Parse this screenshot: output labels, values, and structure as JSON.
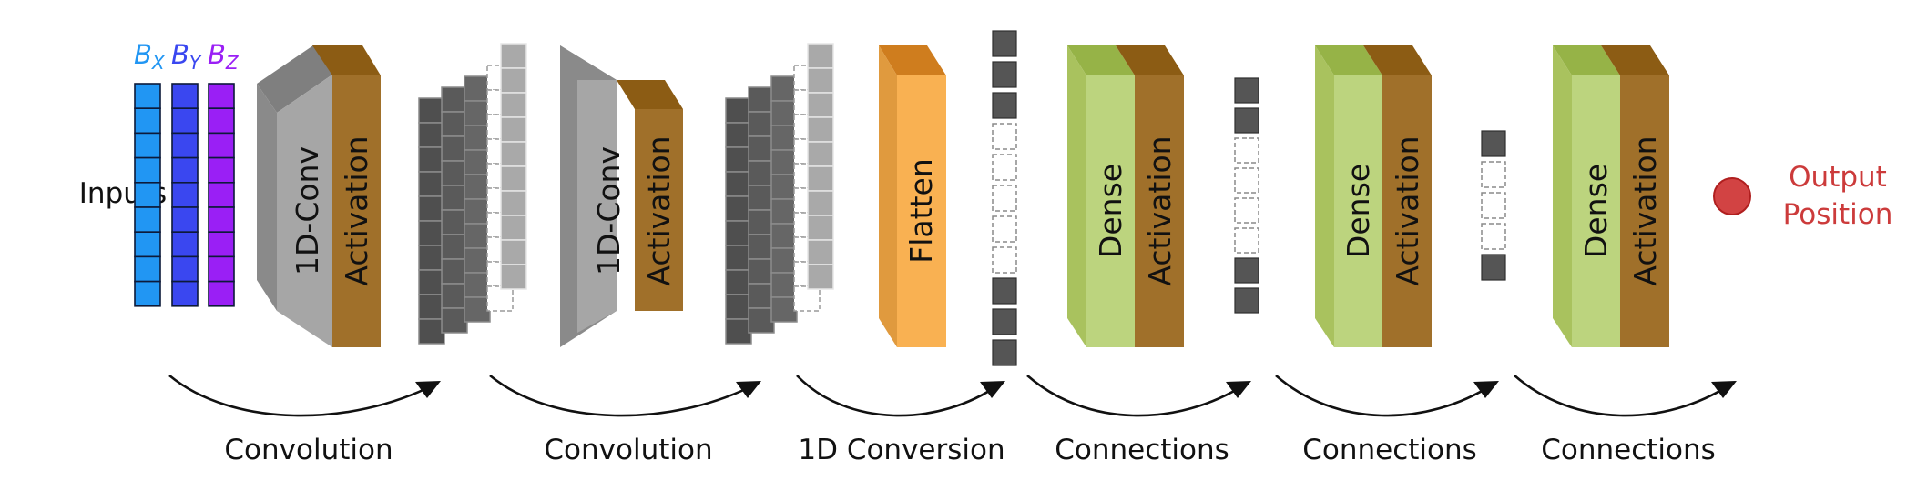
{
  "inputs": {
    "label": "Inputs",
    "channels": [
      {
        "symbol": "B",
        "sub": "X",
        "color": "#2196F3"
      },
      {
        "symbol": "B",
        "sub": "Y",
        "color": "#3a47f0"
      },
      {
        "symbol": "B",
        "sub": "Z",
        "color": "#9a1ff5"
      }
    ]
  },
  "layers": {
    "conv1": {
      "label": "1D-Conv",
      "act": "Activation"
    },
    "conv2": {
      "label": "1D-Conv",
      "act": "Activation"
    },
    "flatten": {
      "label": "Flatten"
    },
    "dense1": {
      "label": "Dense",
      "act": "Activation"
    },
    "dense2": {
      "label": "Dense",
      "act": "Activation"
    },
    "dense3": {
      "label": "Dense",
      "act": "Activation"
    }
  },
  "output": {
    "line1": "Output",
    "line2": "Position",
    "color": "#cc3b3b"
  },
  "steps": [
    "Convolution",
    "Convolution",
    "1D Conversion",
    "Connections",
    "Connections",
    "Connections"
  ],
  "colors": {
    "conv_front": "#a6a6a6",
    "conv_side": "#8a8a8a",
    "activation_front": "#a0702a",
    "activation_top": "#8c5c14",
    "flatten_front": "#f9b152",
    "flatten_side": "#e09a3e",
    "flatten_top": "#cf7d1e",
    "dense_front": "#bcd47e",
    "dense_side": "#a9c25e",
    "dense_top": "#96b347",
    "feature_cell": "#555555"
  }
}
